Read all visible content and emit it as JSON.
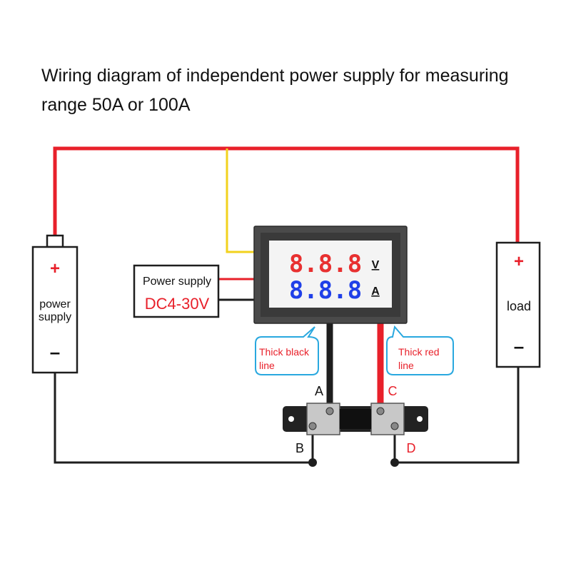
{
  "title": "Wiring diagram of independent power supply for measuring range 50A or 100A",
  "power_supply_battery": {
    "plus": "+",
    "label_line1": "power",
    "label_line2": "supply",
    "minus": "–"
  },
  "load": {
    "plus": "+",
    "label": "load",
    "minus": "–"
  },
  "aux_supply": {
    "label": "Power supply",
    "voltage": "DC4-30V"
  },
  "meter": {
    "voltage_digits": "8.8.8",
    "voltage_unit": "V",
    "current_digits": "8.8.8",
    "current_unit": "A"
  },
  "callouts": {
    "black_line1": "Thick black",
    "black_line2": "line",
    "red_line1": "Thick red",
    "red_line2": "line"
  },
  "terminals": {
    "a": "A",
    "b": "B",
    "c": "C",
    "d": "D"
  },
  "colors": {
    "red_wire": "#e8202a",
    "black_wire": "#1e1e1e",
    "yellow_wire": "#f2d21e",
    "digit_red": "#e83030",
    "digit_blue": "#2040e8",
    "callout_border": "#29a8df"
  }
}
